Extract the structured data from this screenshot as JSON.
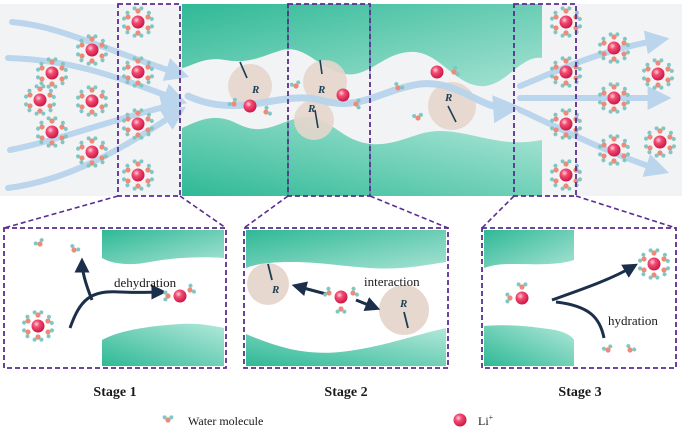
{
  "labels": {
    "dehydration": "dehydration",
    "interaction": "interaction",
    "hydration": "hydration",
    "residue": "R"
  },
  "stages": [
    {
      "title": "Stage 1"
    },
    {
      "title": "Stage 2"
    },
    {
      "title": "Stage 3"
    }
  ],
  "legend": {
    "water": "Water molecule",
    "li_base": "Li",
    "li_sup": "+"
  },
  "colors": {
    "channel": "#3cbf9f",
    "channel_light": "#c6ece2",
    "flow_arrow": "#b8d4ec",
    "dashed_box": "#5a2d91",
    "ion": "#e8305a",
    "water_o": "#f08a78",
    "water_h": "#7fc7c4",
    "residue_bubble": "#e6d6cc",
    "residue_stroke": "#1c3f55",
    "dark_arrow": "#1b2f4a"
  },
  "icons": [
    "lithium-ion-icon",
    "water-molecule-icon"
  ]
}
